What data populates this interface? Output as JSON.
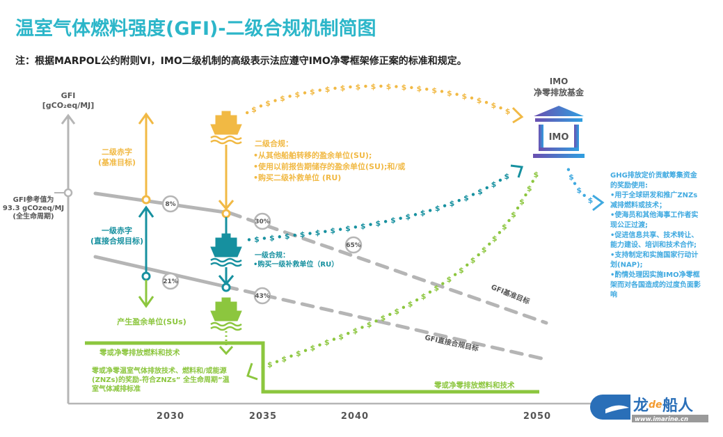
{
  "title": "温室气体燃料强度(GFI)-二级合规机制简图",
  "note": "注：根据MARPOL公约附则VI，IMO二级机制的高级表示法应遵守IMO净零框架修正案的标准和规定。",
  "axis": {
    "y_label_1": "GFI",
    "y_label_2": "[gCO₂eq/MJ]",
    "reference": [
      "GFI参考值为",
      "93.3 gCOzeq/MJ",
      "(全生命周期)"
    ],
    "years": [
      "2030",
      "2035",
      "2040",
      "2050"
    ]
  },
  "lines": {
    "base_target": "GFI基准目标",
    "direct_target": "GFI直接合规目标",
    "base_pcts": [
      "8%",
      "30%",
      "65%"
    ],
    "direct_pcts": [
      "21%",
      "43%"
    ]
  },
  "labels": {
    "tier2_deficit": [
      "二级赤字",
      "(基准目标)"
    ],
    "tier1_deficit": [
      "一级赤字",
      "(直接合规目标)"
    ],
    "surplus": "产生盈余单位(SUs)",
    "tier2_compliance": [
      "二级合规：",
      "•从其他船舶转移的盈余单位(SU);",
      "•使用以前报告期储存的盈余单位(SU);和/或",
      "•购买二级补救单位 (RU)"
    ],
    "tier1_compliance": [
      "一级合规：",
      "•购买一级补救单位（RU）"
    ],
    "zero_fuel_left": "零或净零排放燃料和技术",
    "zero_fuel_right": "零或净零排放燃料和技术",
    "znz_reward": [
      "零或净零温室气体排放技术、燃料和/或能源",
      "(ZNZs)的奖励-符合ZNZs” 全生命周期”温",
      "室气体减排标准"
    ]
  },
  "fund": {
    "title_1": "IMO",
    "title_2": "净零排放基金",
    "building_label": "IMO"
  },
  "fund_use": [
    "GHG排放定价贡献筹集资金",
    "的奖励使用:",
    "•用于全球研发和推广ZNZs",
    "减排燃料或技术；",
    "•使海员和其他海事工作者实",
    "现公正过渡;",
    "•促进信息共享、技术转让、",
    "能力建设、培训和技术合作;",
    "•支持制定和实施国家行动计",
    "划(NAP);",
    "•酌情处理因实施IMO净零框",
    "架而对各国造成的过度负面影",
    "响"
  ],
  "currency_symbol": "$",
  "watermark": {
    "brand_1": "龙",
    "brand_2": "de",
    "brand_3": "船人",
    "url": "www.imarine.cn"
  },
  "colors": {
    "yellow": "#f1b944",
    "teal": "#16909f",
    "green": "#8cc63e",
    "blue": "#3fa9e0",
    "gray": "#b5b5b5",
    "title": "#2cb6c9"
  }
}
